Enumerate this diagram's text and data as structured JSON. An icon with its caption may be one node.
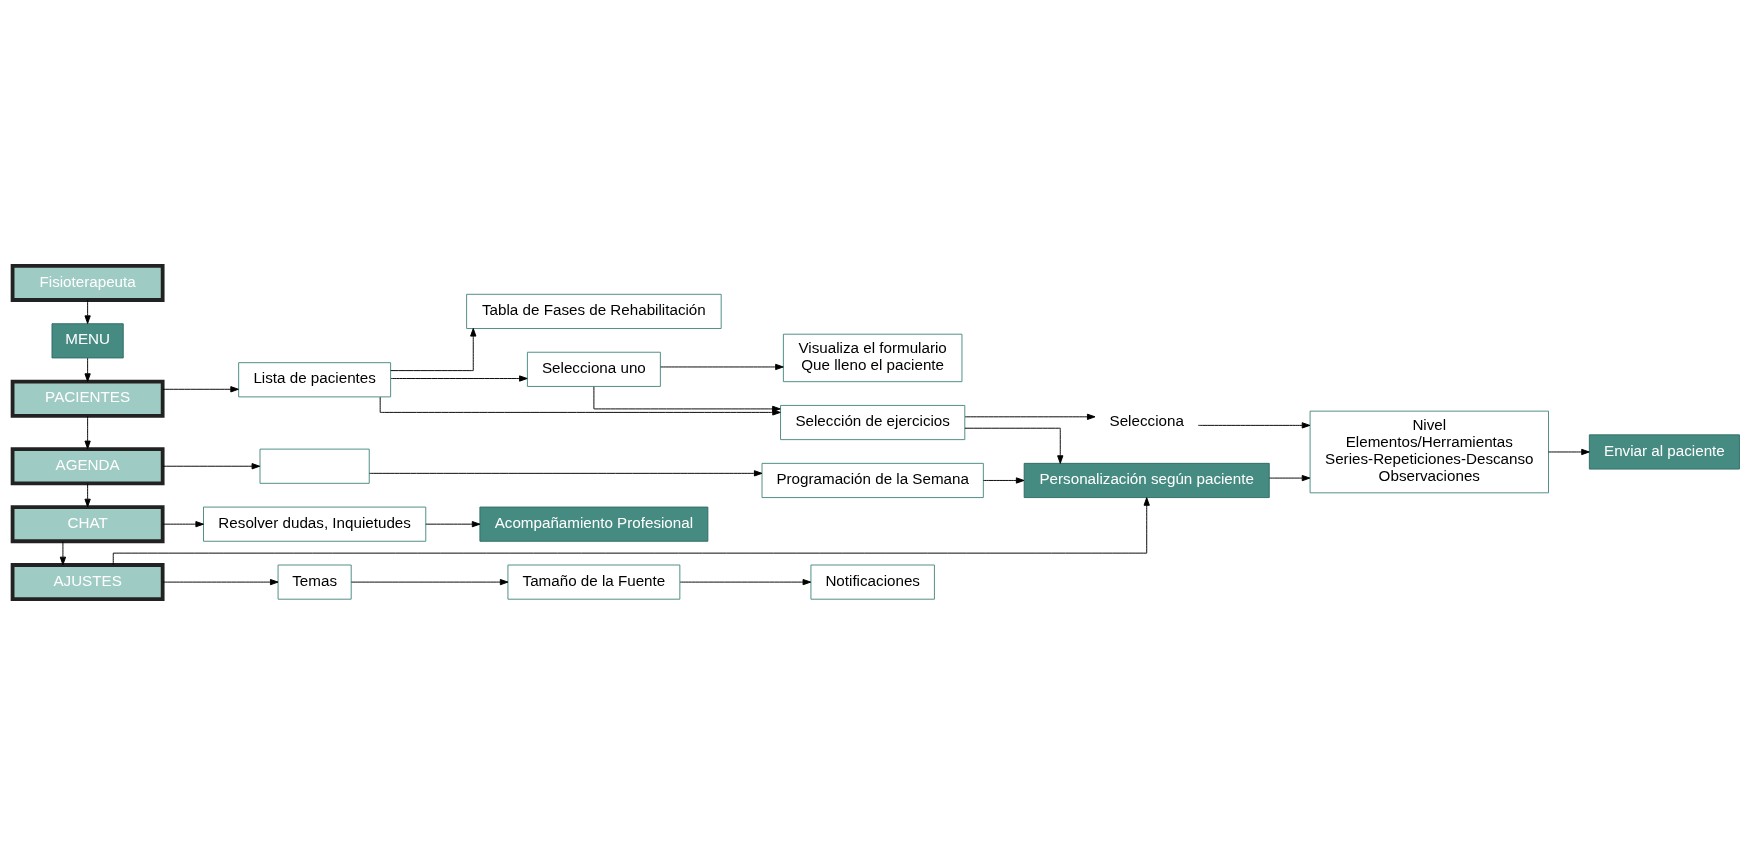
{
  "diagram": {
    "nodes": [
      {
        "text": [
          "Fisioterapeuta"
        ]
      },
      {
        "text": [
          "MENU"
        ]
      },
      {
        "text": [
          "PACIENTES"
        ]
      },
      {
        "text": [
          "AGENDA"
        ]
      },
      {
        "text": [
          "CHAT"
        ]
      },
      {
        "text": [
          "AJUSTES"
        ]
      },
      {
        "text": [
          "Lista de pacientes"
        ]
      },
      {
        "text": [
          "Selecciona uno"
        ]
      },
      {
        "text": [
          "Visualiza el formulario",
          "Que lleno el paciente"
        ]
      },
      {
        "text": [
          "Selección de ejercicios"
        ]
      },
      {
        "text": [
          "Selecciona"
        ]
      },
      {
        "text": [
          "Tabla de Fases de Rehabilitación"
        ]
      },
      {
        "text": [
          "Personalización según paciente"
        ]
      },
      {
        "text": [
          "Nivel",
          "Elementos/Herramientas",
          "Series-Repeticiones-Descanso",
          "Observaciones"
        ]
      },
      {
        "text": [],
        "shape": "box"
      },
      {
        "text": [
          "Programación de la Semana"
        ]
      },
      {
        "text": [
          "Enviar al paciente"
        ]
      },
      {
        "text": [
          "Resolver dudas, Inquietudes"
        ]
      },
      {
        "text": [
          "Acompañamiento Profesional"
        ]
      },
      {
        "text": [
          "Temas"
        ]
      },
      {
        "text": [
          "Tamaño de la Fuente"
        ]
      },
      {
        "text": [
          "Notificaciones"
        ]
      }
    ],
    "edges": [
      {
        "from": 0,
        "to": 1,
        "arrow": "to"
      },
      {
        "from": 1,
        "to": 2,
        "arrow": "to"
      },
      {
        "from": 2,
        "to": 3,
        "arrow": "to"
      },
      {
        "from": 3,
        "to": 4,
        "arrow": "to"
      },
      {
        "from": 4,
        "to": 5,
        "arrow": "to"
      },
      {
        "from": 2,
        "to": 6,
        "arrow": "to"
      },
      {
        "from": 6,
        "to": 7,
        "arrow": "to"
      },
      {
        "from": 7,
        "to": 8,
        "arrow": "to"
      },
      {
        "from": 7,
        "to": 9,
        "arrow": "to"
      },
      {
        "from": 6,
        "to": 11,
        "arrow": "to"
      },
      {
        "from": 6,
        "to": 9,
        "arrow": "to"
      },
      {
        "from": 9,
        "to": 10,
        "arrow": "to"
      },
      {
        "from": 9,
        "to": 12,
        "arrow": "to"
      },
      {
        "from": 10,
        "to": 13,
        "arrow": "to"
      },
      {
        "from": 12,
        "to": 13,
        "arrow": "to"
      },
      {
        "from": 13,
        "to": 16,
        "arrow": "to"
      },
      {
        "from": 3,
        "to": 14,
        "arrow": "to"
      },
      {
        "from": 14,
        "to": 15,
        "arrow": "to"
      },
      {
        "from": 15,
        "to": 12,
        "arrow": "to"
      },
      {
        "from": 4,
        "to": 17,
        "arrow": "to"
      },
      {
        "from": 17,
        "to": 18,
        "arrow": "to"
      },
      {
        "from": 5,
        "to": 12,
        "arrow": "to"
      },
      {
        "from": 5,
        "to": 19,
        "arrow": "to"
      },
      {
        "from": 19,
        "to": 20,
        "arrow": "to"
      },
      {
        "from": 20,
        "to": 21,
        "arrow": "to"
      }
    ]
  }
}
